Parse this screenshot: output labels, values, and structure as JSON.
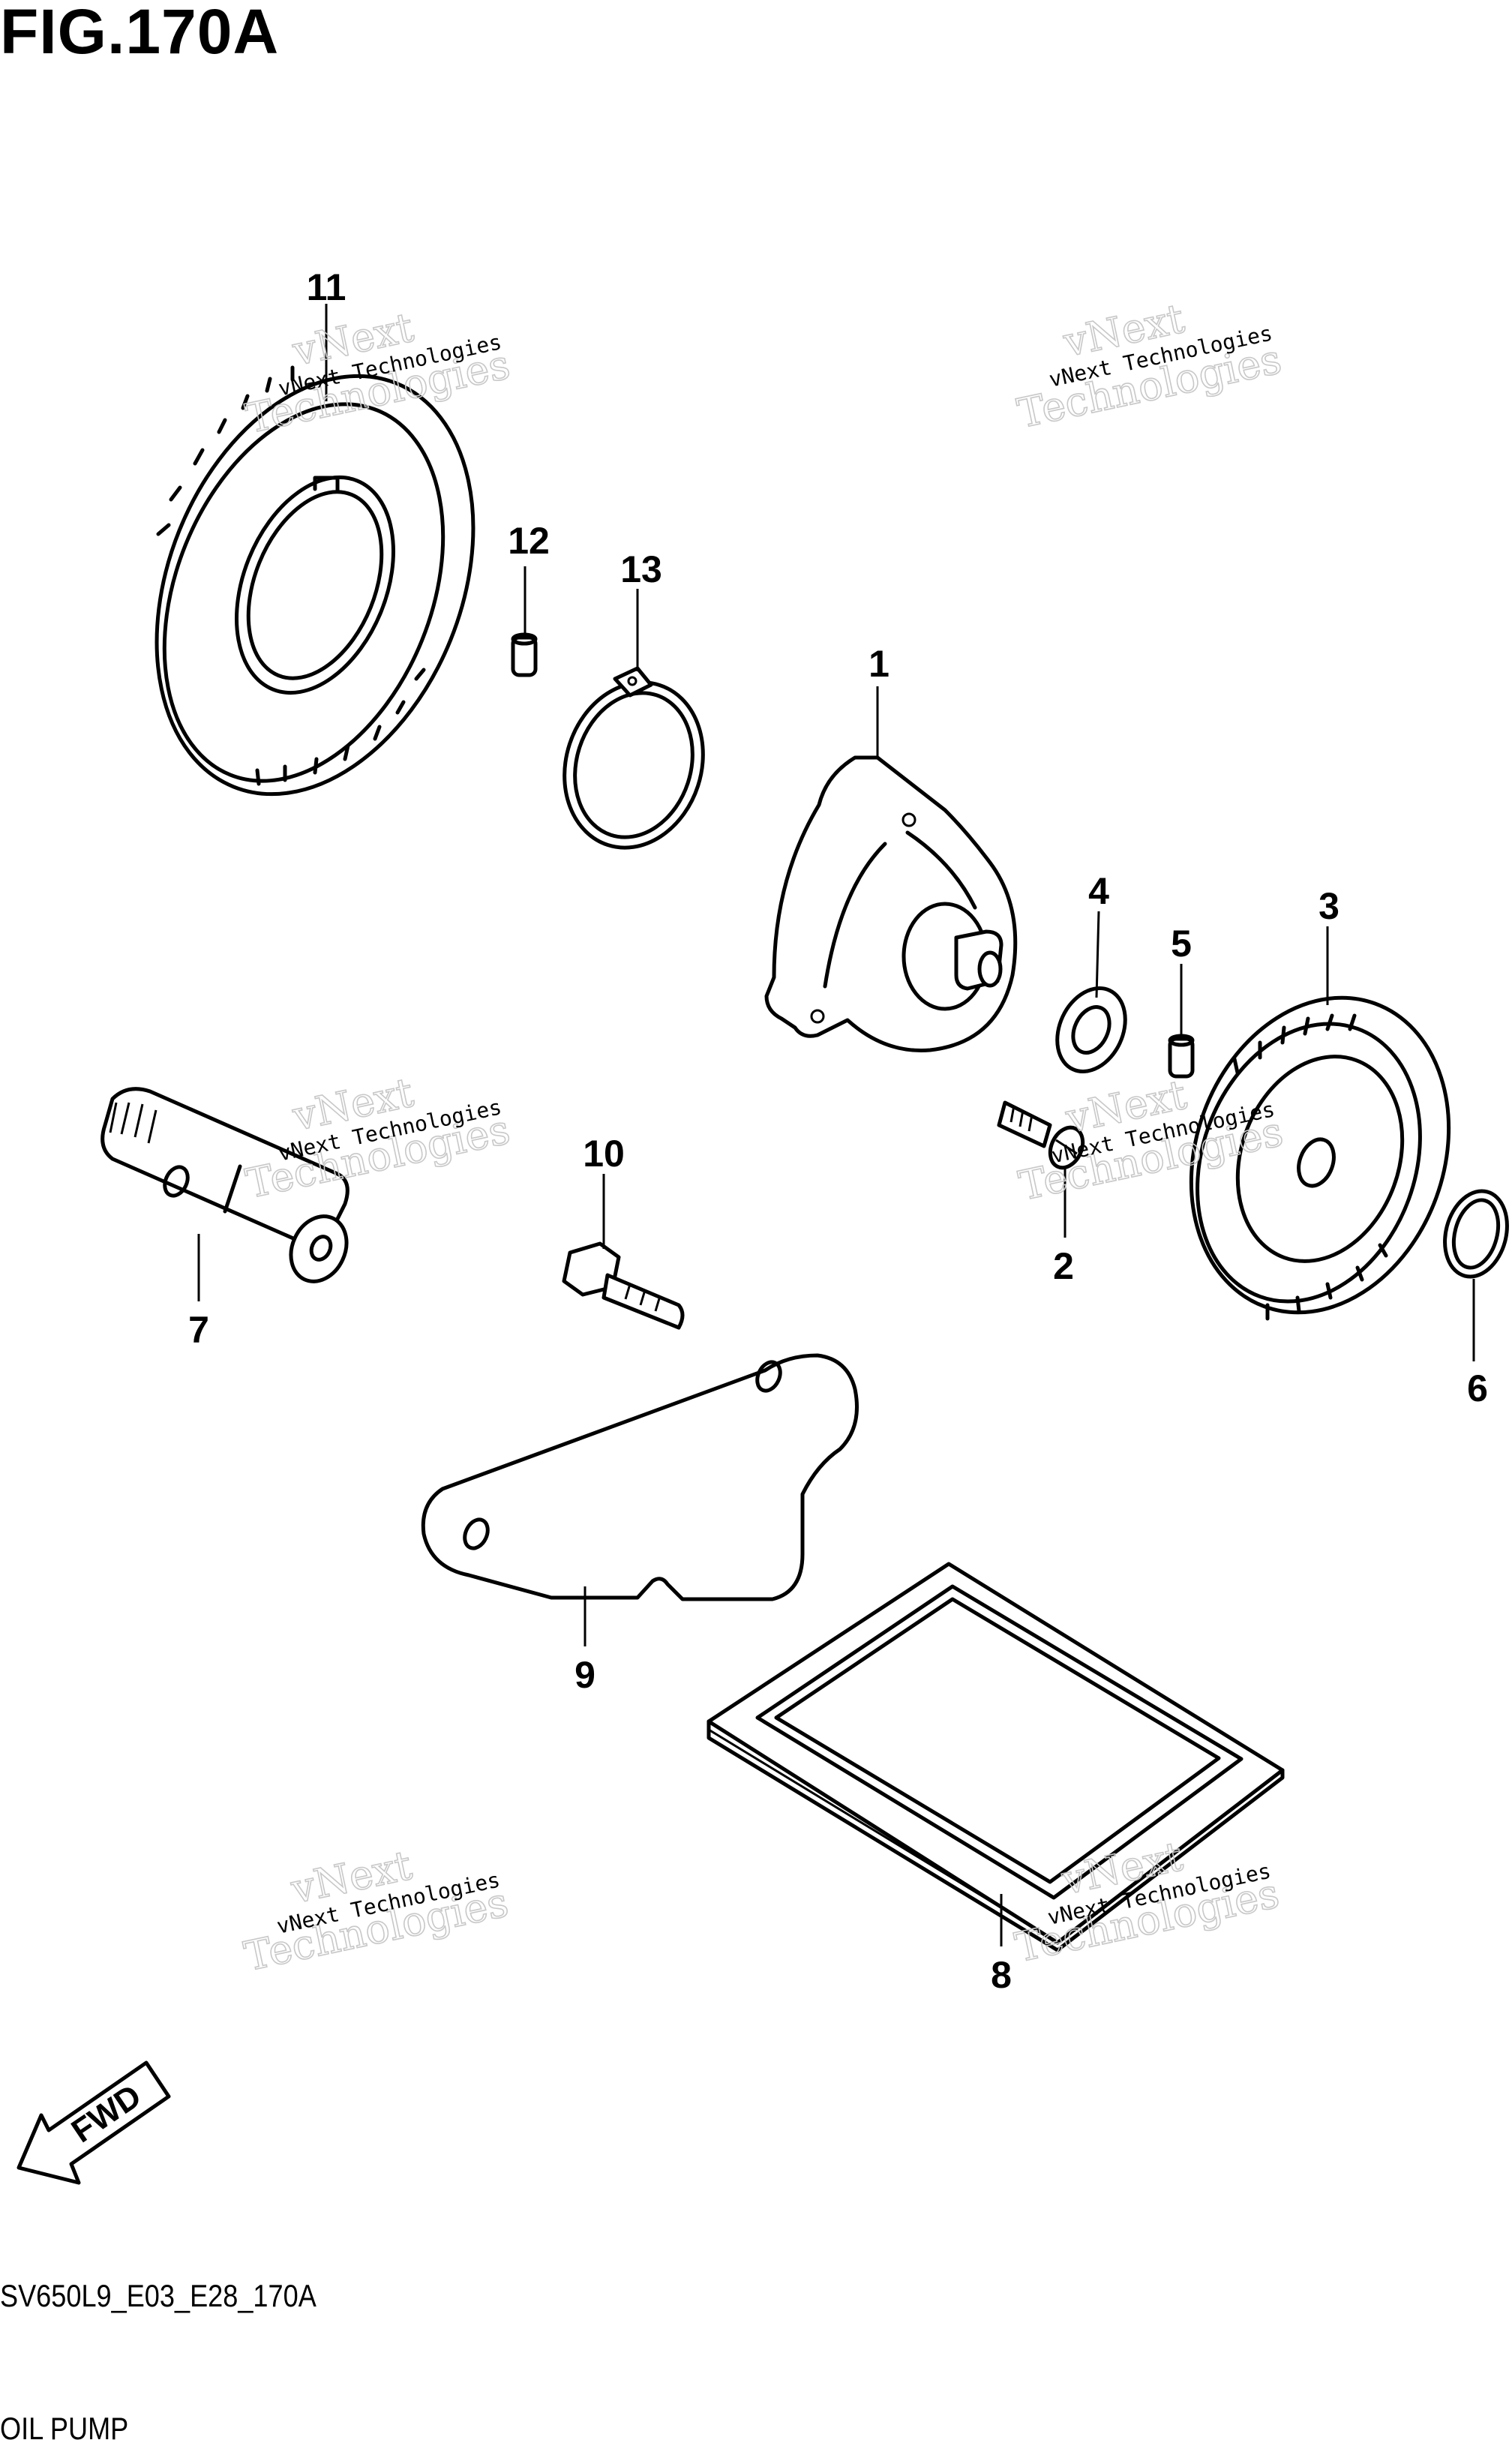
{
  "figure": {
    "title": "FIG.170A",
    "drawing_code": "SV650L9_E03_E28_170A",
    "section_name": "OIL PUMP"
  },
  "watermark": {
    "line1": "vNext",
    "line2": "Technologies",
    "small": "vNext Technologies"
  },
  "fwd_label": "FWD",
  "callouts": [
    "1",
    "2",
    "3",
    "4",
    "5",
    "6",
    "7",
    "8",
    "9",
    "10",
    "11",
    "12",
    "13"
  ]
}
